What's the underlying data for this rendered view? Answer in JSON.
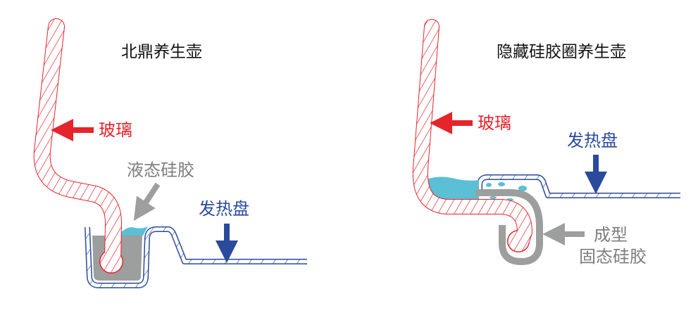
{
  "left_panel": {
    "title": "北鼎养生壶",
    "glass_label": "玻璃",
    "liquid_silicone_label": "液态硅胶",
    "heating_plate_label": "发热盘"
  },
  "right_panel": {
    "title": "隐藏硅胶圈养生壶",
    "glass_label": "玻璃",
    "heating_plate_label": "发热盘",
    "solid_silicone_label_line1": "成型",
    "solid_silicone_label_line2": "固态硅胶"
  },
  "colors": {
    "glass": "#e5242b",
    "plate": "#2a4a9c",
    "silicone_gray": "#9d9e9e",
    "liquid": "#5bbfd6"
  }
}
